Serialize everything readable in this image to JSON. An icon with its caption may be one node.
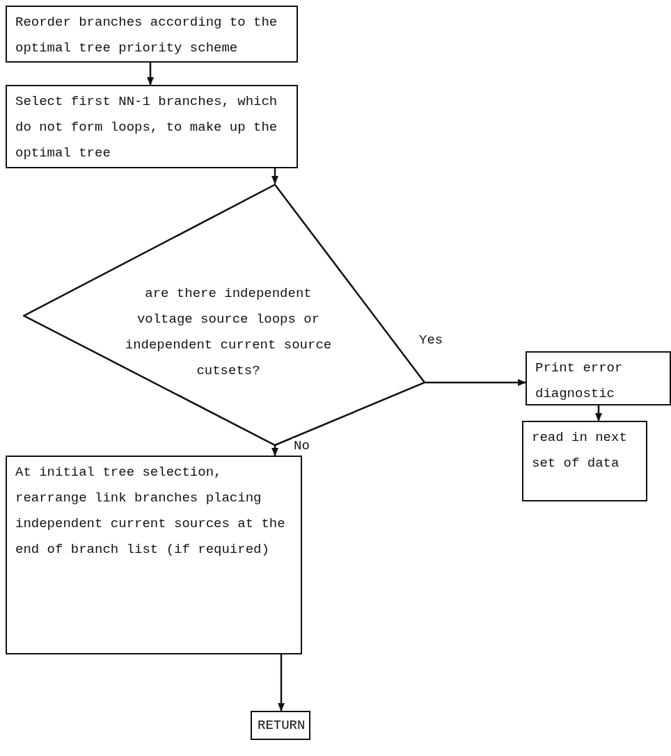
{
  "diagram": {
    "nodes": [
      {
        "text": [
          "Reorder branches according to the optimal tree priority scheme"
        ]
      },
      {
        "text": [
          "Select first NN-1 branches, which do not form loops, to make up the optimal tree"
        ]
      },
      {
        "text": [
          "are there independent voltage source loops or independent current source cutsets?"
        ]
      },
      {
        "text": [
          "Print error diagnostic"
        ]
      },
      {
        "text": [
          "read in next set of data"
        ]
      },
      {
        "text": [
          "At initial tree selection, rearrange link branches placing independent current sources at the end of branch list (if required)"
        ]
      },
      {
        "text": [
          "RETURN"
        ]
      }
    ],
    "edges": [
      {
        "from": 0,
        "to": 1,
        "arrow": "to"
      },
      {
        "from": 1,
        "to": 2,
        "arrow": "to"
      },
      {
        "from": 2,
        "to": 3,
        "arrow": "to",
        "label": "Yes"
      },
      {
        "from": 3,
        "to": 4,
        "arrow": "to"
      },
      {
        "from": 2,
        "to": 5,
        "arrow": "to",
        "label": "No"
      },
      {
        "from": 5,
        "to": 6,
        "arrow": "to"
      }
    ]
  }
}
